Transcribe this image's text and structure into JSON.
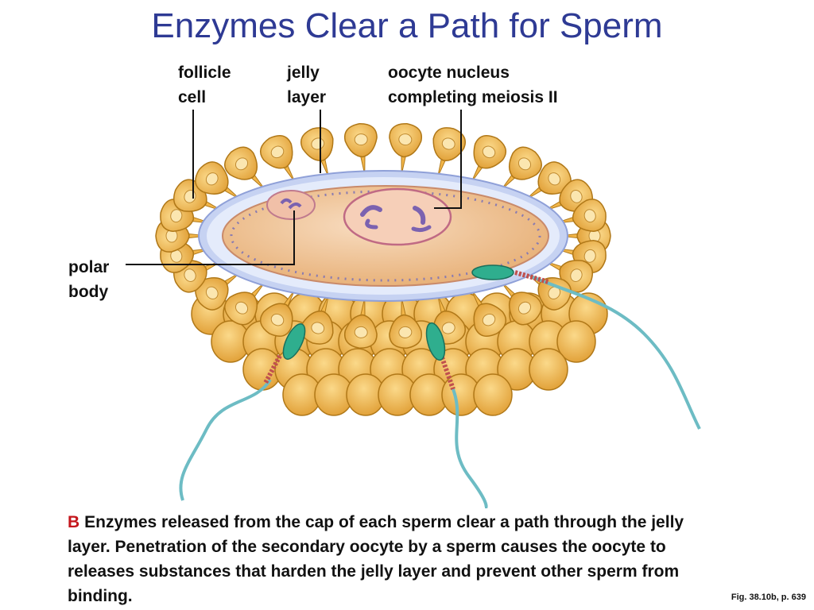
{
  "title": "Enzymes Clear a Path for Sperm",
  "labels": {
    "follicle_cell": [
      "follicle",
      "cell"
    ],
    "jelly_layer": [
      "jelly",
      "layer"
    ],
    "oocyte_nucleus": [
      "oocyte nucleus",
      "completing meiosis II"
    ],
    "polar_body": [
      "polar",
      "body"
    ]
  },
  "caption": {
    "letter": "B",
    "text": "Enzymes released from the cap of each sperm clear a path through the jelly layer. Penetration of the secondary oocyte by a sperm causes the oocyte to releases substances that harden the jelly layer and prevent other sperm from binding."
  },
  "figure_ref": "Fig. 38.10b, p. 639",
  "colors": {
    "title": "#2e3a94",
    "caption_letter": "#c4161c",
    "follicle_fill": "#f2b64a",
    "follicle_edge": "#b07818",
    "jelly_layer": "#bcc9ee",
    "oocyte": "#f3c79a",
    "sperm_head": "#2fae8e",
    "sperm_tail": "#6dbcc4"
  }
}
